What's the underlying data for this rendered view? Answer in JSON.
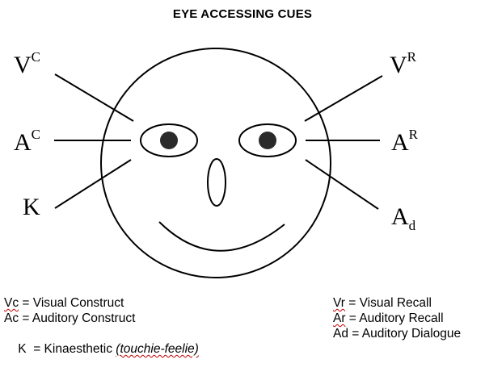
{
  "title": "EYE ACCESSING CUES",
  "cues": {
    "visual_construct": {
      "base": "V",
      "mark": "C"
    },
    "auditory_construct": {
      "base": "A",
      "mark": "C"
    },
    "kinaesthetic": {
      "base": "K",
      "mark": ""
    },
    "visual_recall": {
      "base": "V",
      "mark": "R"
    },
    "auditory_recall": {
      "base": "A",
      "mark": "R"
    },
    "auditory_dialogue": {
      "base": "A",
      "mark": "d"
    }
  },
  "legend_left": [
    {
      "abbr": "Vc",
      "rest": " = Visual Construct"
    },
    {
      "abbr": "Ac",
      "rest": " = Auditory Construct"
    },
    {
      "abbr": "K",
      "rest": "  = Kinaesthetic ",
      "note": "(touchie-feelie)"
    }
  ],
  "legend_right": [
    {
      "abbr": "Vr",
      "rest": " = Visual Recall"
    },
    {
      "abbr": "Ar",
      "rest": " = Auditory Recall"
    },
    {
      "abbr": "Ad",
      "rest": " = Auditory Dialogue"
    }
  ],
  "colors": {
    "ink": "#000000",
    "spellcheck": "#c00000",
    "pupil": "#2a2a2a"
  }
}
